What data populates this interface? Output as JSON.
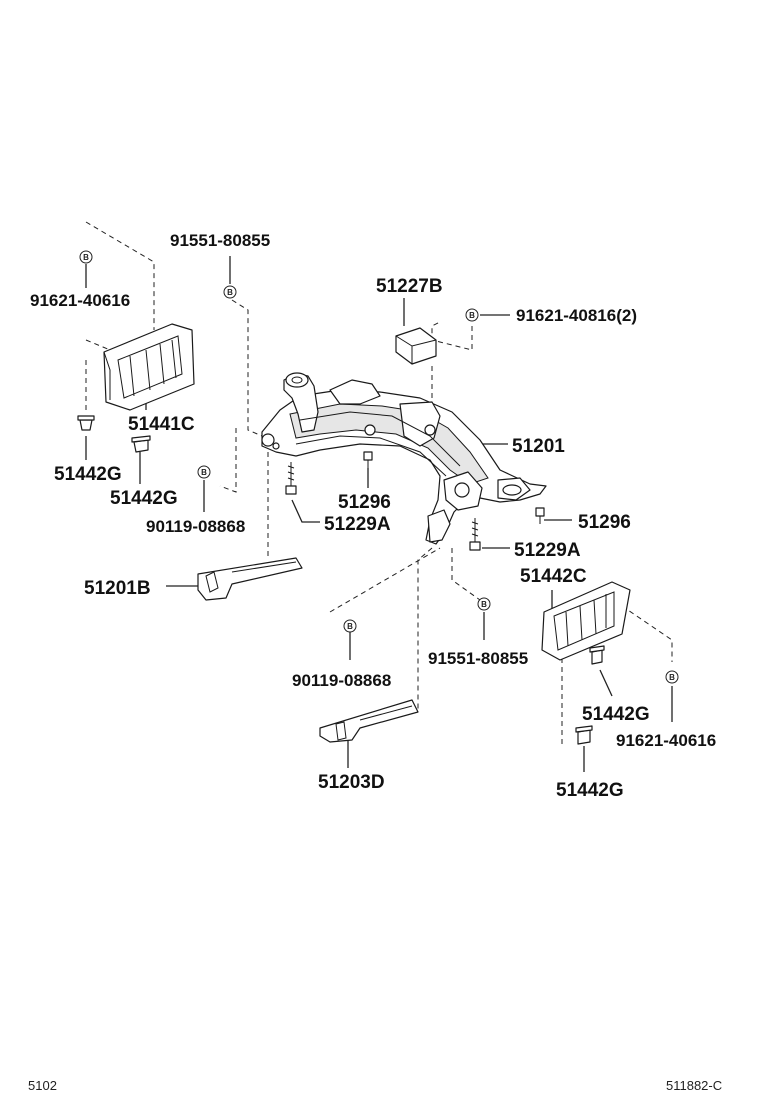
{
  "labels": {
    "p91621_40616_top": "91621-40616",
    "p91551_80855_top": "91551-80855",
    "p51227B": "51227B",
    "p91621_40816": "91621-40816(2)",
    "p51441C": "51441C",
    "p51201": "51201",
    "p51442G_a": "51442G",
    "p51442G_b": "51442G",
    "p90119_08868_top": "90119-08868",
    "p51296_a": "51296",
    "p51229A_a": "51229A",
    "p51296_b": "51296",
    "p51229A_b": "51229A",
    "p51201B": "51201B",
    "p51442C": "51442C",
    "p91551_80855_bot": "91551-80855",
    "p90119_08868_bot": "90119-08868",
    "p51442G_c": "51442G",
    "p91621_40616_bot": "91621-40616",
    "p51442G_d": "51442G",
    "p51203D": "51203D"
  },
  "bolt_marker": "B",
  "footer": {
    "left": "5102",
    "right": "511882-C"
  }
}
